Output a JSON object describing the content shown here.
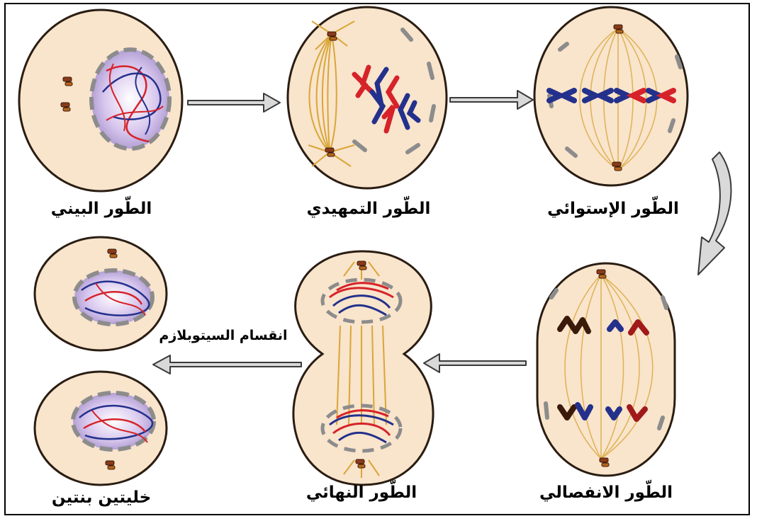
{
  "stages": {
    "interphase": "الطّور البيني",
    "prophase": "الطّور التمهيدي",
    "metaphase": "الطّور الإستوائي",
    "anaphase": "الطّور الانفصالي",
    "telophase": "الطّور النهائي",
    "daughter_cells": "خليتين بنتين"
  },
  "cytokinesis_label": "انقسام السيتوبلازم",
  "colors": {
    "cell_fill": "#f9e4cc",
    "cell_stroke": "#2a1d12",
    "spindle": "#d9a637",
    "chromosome_red": "#d6232a",
    "chromosome_blue": "#23318c",
    "nucleus_fill": "#cdbbe4",
    "envelope": "#8c8c8c",
    "centriole": "#8a3a1a",
    "arrow_fill": "#d9d9d9",
    "arrow_stroke": "#3a3a3a"
  }
}
